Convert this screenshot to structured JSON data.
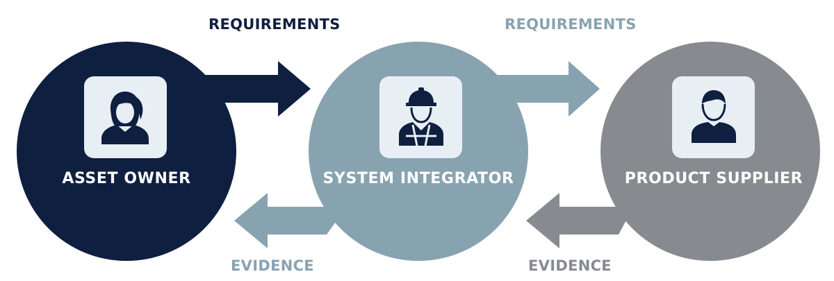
{
  "colors": {
    "asset_owner": "#0f1f40",
    "system_integrator": "#88a3b0",
    "product_supplier": "#878b8f",
    "icon_tile": "#e8eff4",
    "white": "#ffffff"
  },
  "actors": [
    {
      "label": "ASSET OWNER",
      "icon": "woman-person-icon"
    },
    {
      "label": "SYSTEM INTEGRATOR",
      "icon": "construction-worker-icon"
    },
    {
      "label": "PRODUCT SUPPLIER",
      "icon": "man-person-icon"
    }
  ],
  "flows": {
    "requirements_1": "REQUIREMENTS",
    "requirements_2": "REQUIREMENTS",
    "evidence_1": "EVIDENCE",
    "evidence_2": "EVIDENCE"
  }
}
